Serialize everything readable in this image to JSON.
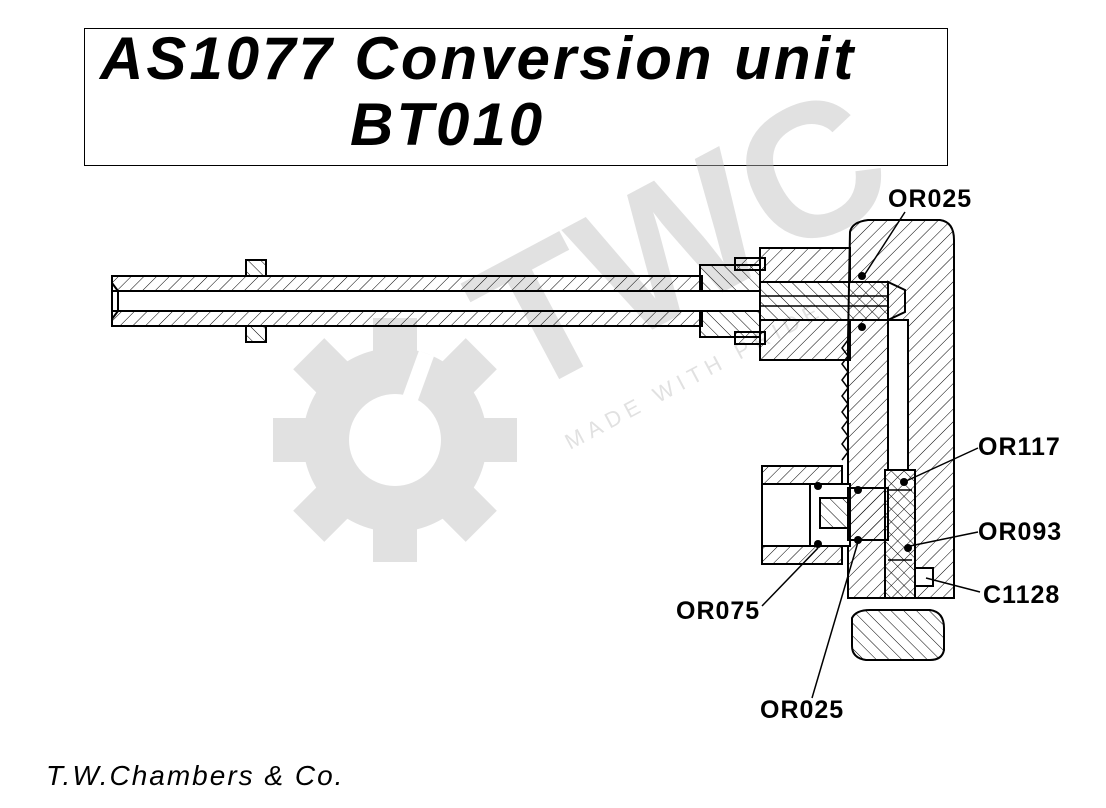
{
  "title": {
    "line1": "AS1077 Conversion unit",
    "line2": "BT010"
  },
  "labels": {
    "or025_top": "OR025",
    "or117": "OR117",
    "or093": "OR093",
    "c1128": "C1128",
    "or075": "OR075",
    "or025_bottom": "OR025"
  },
  "watermark": {
    "text": "TWC",
    "tagline": "MADE WITH PRIDE"
  },
  "footer": "T.W.Chambers & Co.",
  "colors": {
    "line": "#000000",
    "watermark": "#bdbdbd"
  }
}
